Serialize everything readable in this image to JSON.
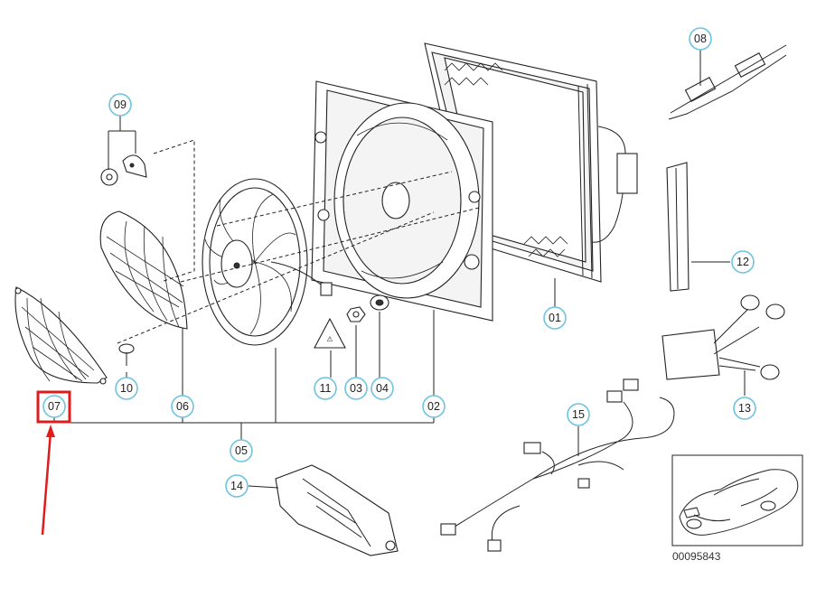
{
  "diagram": {
    "callouts": [
      {
        "id": "01",
        "label": "01"
      },
      {
        "id": "02",
        "label": "02"
      },
      {
        "id": "03",
        "label": "03"
      },
      {
        "id": "04",
        "label": "04"
      },
      {
        "id": "05",
        "label": "05"
      },
      {
        "id": "06",
        "label": "06"
      },
      {
        "id": "07",
        "label": "07"
      },
      {
        "id": "08",
        "label": "08"
      },
      {
        "id": "09",
        "label": "09"
      },
      {
        "id": "10",
        "label": "10"
      },
      {
        "id": "11",
        "label": "11"
      },
      {
        "id": "12",
        "label": "12"
      },
      {
        "id": "13",
        "label": "13"
      },
      {
        "id": "14",
        "label": "14"
      },
      {
        "id": "15",
        "label": "15"
      }
    ],
    "highlighted_callout": "07",
    "reference_number": "00095843",
    "colors": {
      "callout_ring": "#6ec3e0",
      "highlight": "#e01b1b",
      "line": "#222222"
    }
  }
}
